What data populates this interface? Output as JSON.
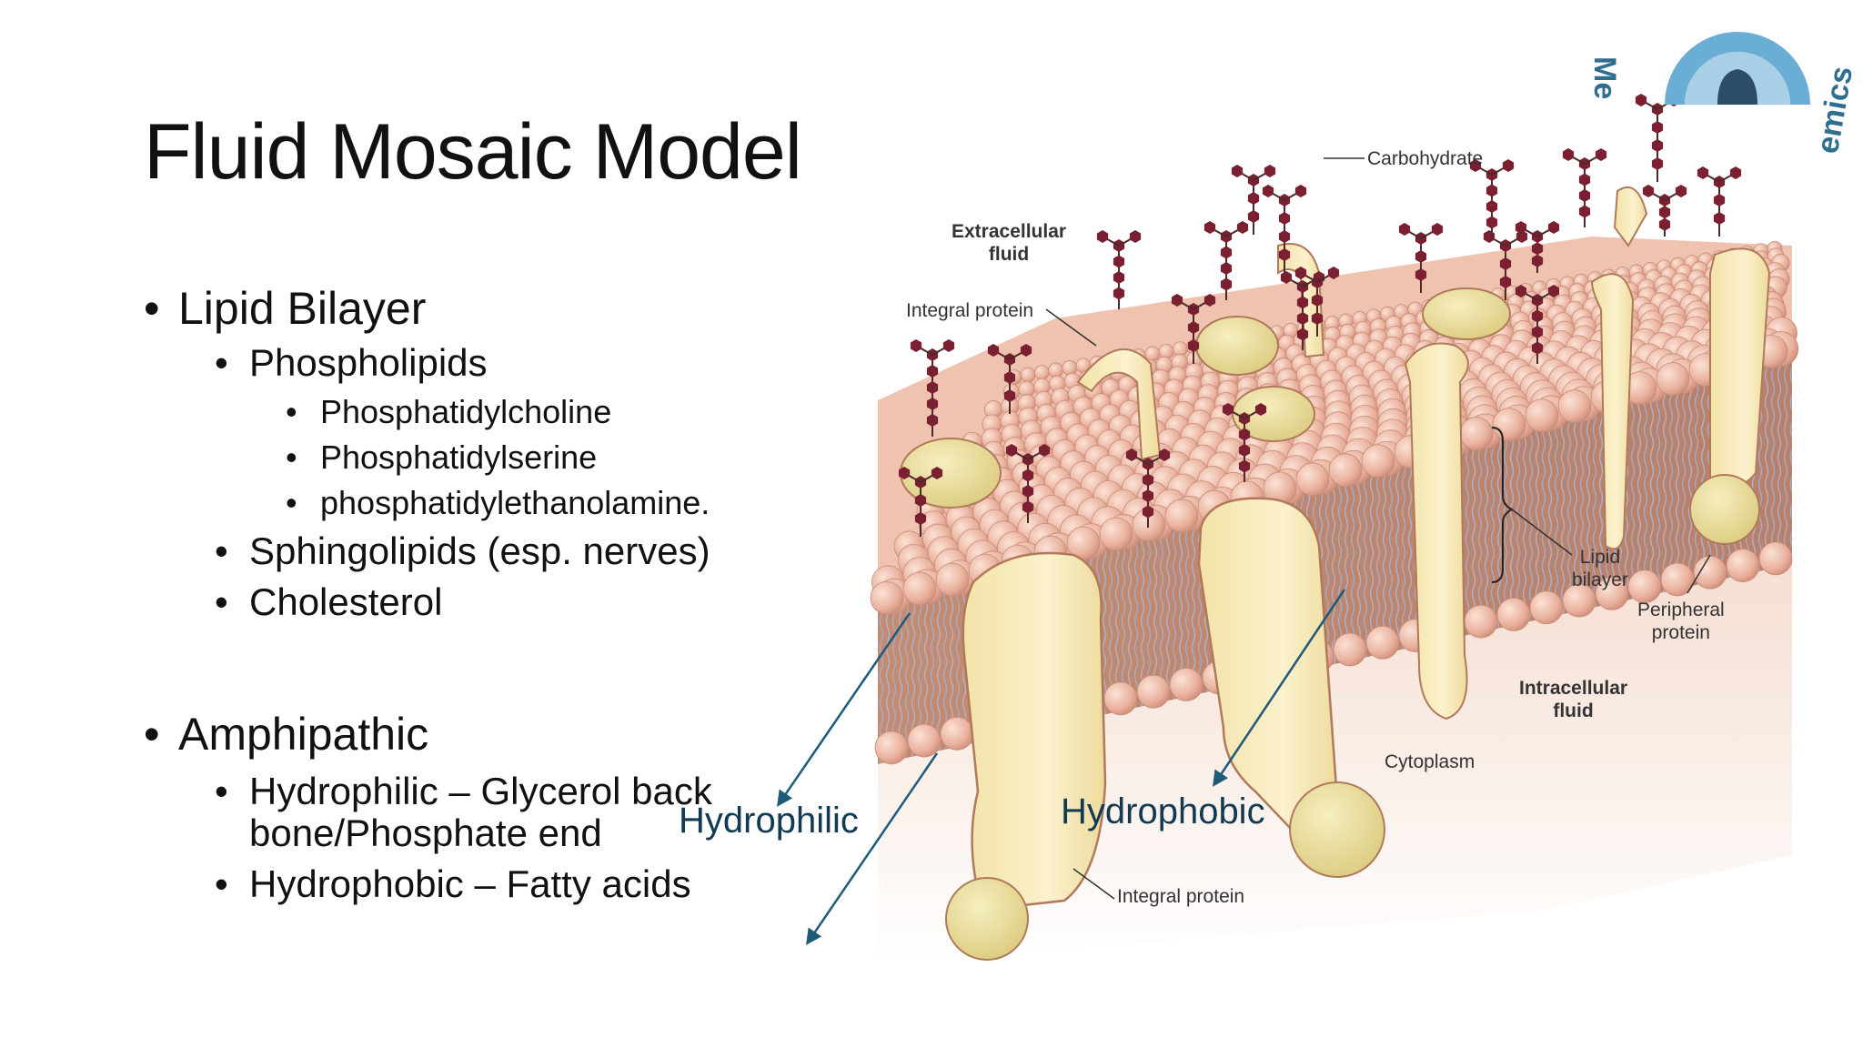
{
  "slide": {
    "title": "Fluid Mosaic Model",
    "bullets": {
      "lipid_bilayer": "Lipid Bilayer",
      "phospholipids": "Phospholipids",
      "phosphatidylcholine": "Phosphatidylcholine",
      "phosphatidylserine": "Phosphatidylserine",
      "phosphatidylethanolamine": "phosphatidylethanolamine.",
      "sphingolipids": "Sphingolipids  (esp. nerves)",
      "cholesterol": "Cholesterol",
      "amphipathic": "Amphipathic",
      "hydrophilic_line1": "Hydrophilic – Glycerol back",
      "hydrophilic_line2": "bone/Phosphate end",
      "hydrophobic": "Hydrophobic – Fatty acids"
    },
    "bullet_glyph": "•"
  },
  "annotations": {
    "hydrophilic": "Hydrophilic",
    "hydrophobic": "Hydrophobic",
    "arrow_color": "#1f5a78"
  },
  "diagram": {
    "labels": {
      "carbohydrate": "Carbohydrate",
      "extracellular_1": "Extracellular",
      "extracellular_2": "fluid",
      "integral_protein_top": "Integral protein",
      "integral_protein_bottom": "Integral protein",
      "lipid_bilayer_1": "Lipid",
      "lipid_bilayer_2": "bilayer",
      "peripheral_1": "Peripheral",
      "peripheral_2": "protein",
      "intracellular_1": "Intracellular",
      "intracellular_2": "fluid",
      "cytoplasm": "Cytoplasm"
    },
    "colors": {
      "head": "#e9b09c",
      "head_edge": "#c98c78",
      "protein": "#f5e8b8",
      "protein_edge": "#b07a5a",
      "carbohydrate": "#7a2030",
      "tail": "#a9b6d3",
      "shadow": "#c98d72"
    }
  },
  "logo": {
    "text_left": "Me",
    "text_right": "emics",
    "color": "#2f6e8e"
  }
}
